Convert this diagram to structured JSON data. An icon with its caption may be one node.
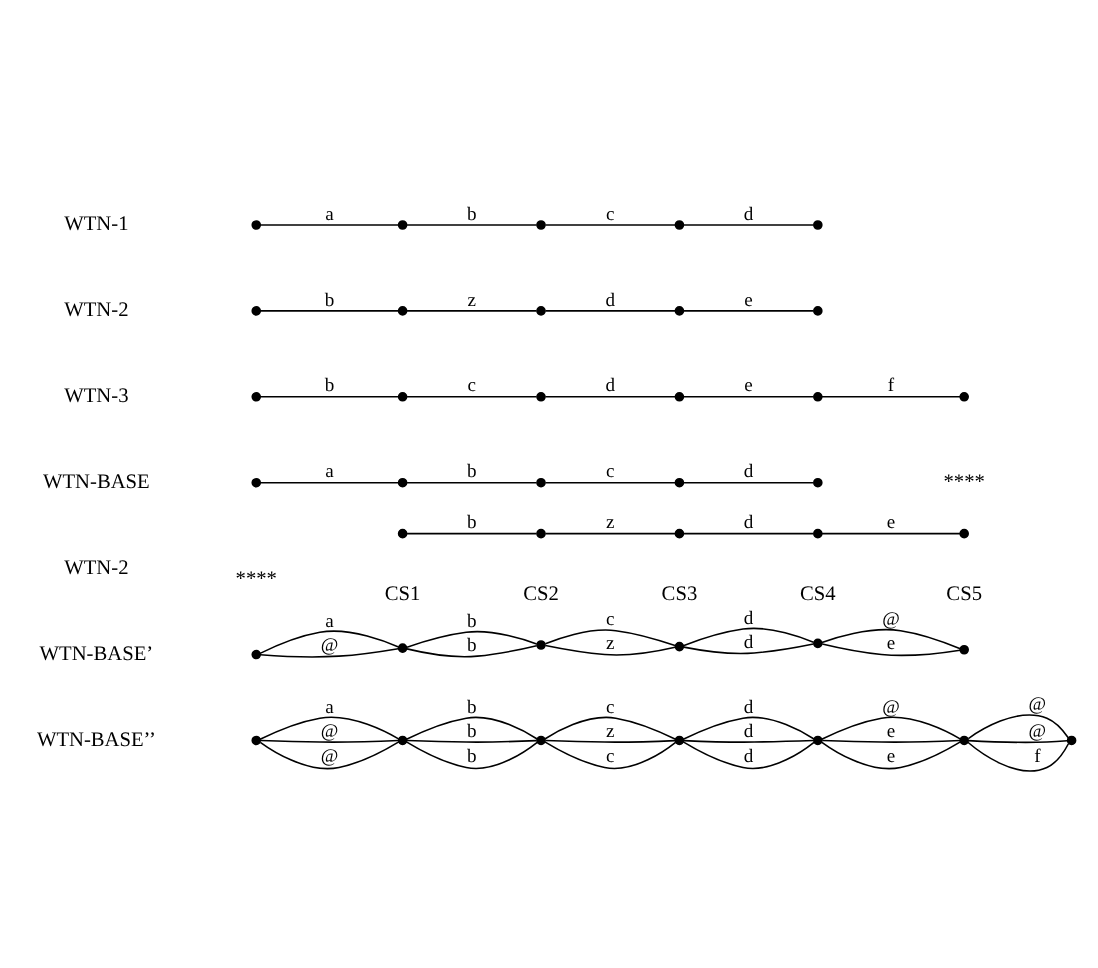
{
  "diagram": {
    "nodes": [
      {
        "text": [],
        "shape": "circle"
      },
      {
        "text": [],
        "shape": "circle"
      },
      {
        "text": [],
        "shape": "circle"
      },
      {
        "text": [],
        "shape": "circle"
      },
      {
        "text": [],
        "shape": "circle"
      },
      {
        "text": [],
        "shape": "circle"
      },
      {
        "text": [],
        "shape": "circle"
      },
      {
        "text": [],
        "shape": "circle"
      },
      {
        "text": [],
        "shape": "circle"
      },
      {
        "text": [],
        "shape": "circle"
      },
      {
        "text": [],
        "shape": "circle"
      },
      {
        "text": [],
        "shape": "circle"
      },
      {
        "text": [],
        "shape": "circle"
      },
      {
        "text": [],
        "shape": "circle"
      },
      {
        "text": [],
        "shape": "circle"
      },
      {
        "text": [],
        "shape": "circle"
      },
      {
        "text": [],
        "shape": "circle"
      },
      {
        "text": [],
        "shape": "circle"
      },
      {
        "text": [],
        "shape": "circle"
      },
      {
        "text": [],
        "shape": "circle"
      },
      {
        "text": [],
        "shape": "circle"
      },
      {
        "text": [],
        "shape": "circle"
      },
      {
        "text": [],
        "shape": "circle"
      },
      {
        "text": [],
        "shape": "circle"
      },
      {
        "text": [],
        "shape": "circle"
      },
      {
        "text": [],
        "shape": "circle"
      },
      {
        "text": [],
        "shape": "circle"
      },
      {
        "text": [],
        "shape": "circle"
      },
      {
        "text": [],
        "shape": "circle"
      },
      {
        "text": [],
        "shape": "circle"
      },
      {
        "text": [],
        "shape": "circle"
      },
      {
        "text": [],
        "shape": "circle"
      },
      {
        "text": [],
        "shape": "circle"
      },
      {
        "text": [],
        "shape": "circle"
      },
      {
        "text": [],
        "shape": "circle"
      },
      {
        "text": [],
        "shape": "circle"
      },
      {
        "text": [],
        "shape": "circle"
      },
      {
        "text": [],
        "shape": "circle"
      },
      {
        "text": [],
        "shape": "circle"
      }
    ],
    "edges": [
      {
        "from": 0,
        "to": 1,
        "arrow": "none",
        "label": "a"
      },
      {
        "from": 1,
        "to": 2,
        "arrow": "none",
        "label": "b"
      },
      {
        "from": 2,
        "to": 3,
        "arrow": "none",
        "label": "c"
      },
      {
        "from": 3,
        "to": 4,
        "arrow": "none",
        "label": "d"
      },
      {
        "from": 5,
        "to": 6,
        "arrow": "none",
        "label": "b"
      },
      {
        "from": 6,
        "to": 7,
        "arrow": "none",
        "label": "z"
      },
      {
        "from": 7,
        "to": 8,
        "arrow": "none",
        "label": "d"
      },
      {
        "from": 8,
        "to": 9,
        "arrow": "none",
        "label": "e"
      },
      {
        "from": 10,
        "to": 11,
        "arrow": "none",
        "label": "b"
      },
      {
        "from": 11,
        "to": 12,
        "arrow": "none",
        "label": "c"
      },
      {
        "from": 12,
        "to": 13,
        "arrow": "none",
        "label": "d"
      },
      {
        "from": 13,
        "to": 14,
        "arrow": "none",
        "label": "e"
      },
      {
        "from": 14,
        "to": 15,
        "arrow": "none",
        "label": "f"
      },
      {
        "from": 16,
        "to": 17,
        "arrow": "none",
        "label": "a"
      },
      {
        "from": 17,
        "to": 18,
        "arrow": "none",
        "label": "b"
      },
      {
        "from": 18,
        "to": 19,
        "arrow": "none",
        "label": "c"
      },
      {
        "from": 19,
        "to": 20,
        "arrow": "none",
        "label": "d"
      },
      {
        "from": 21,
        "to": 22,
        "arrow": "none",
        "label": "b"
      },
      {
        "from": 22,
        "to": 23,
        "arrow": "none",
        "label": "z"
      },
      {
        "from": 23,
        "to": 24,
        "arrow": "none",
        "label": "d"
      },
      {
        "from": 24,
        "to": 25,
        "arrow": "none",
        "label": "e"
      },
      {
        "from": 26,
        "to": 27,
        "arrow": "none",
        "label": "a"
      },
      {
        "from": 26,
        "to": 27,
        "arrow": "none",
        "label": "@"
      },
      {
        "from": 27,
        "to": 28,
        "arrow": "none",
        "label": "b"
      },
      {
        "from": 27,
        "to": 28,
        "arrow": "none",
        "label": "b"
      },
      {
        "from": 28,
        "to": 29,
        "arrow": "none",
        "label": "c"
      },
      {
        "from": 28,
        "to": 29,
        "arrow": "none",
        "label": "z"
      },
      {
        "from": 29,
        "to": 30,
        "arrow": "none",
        "label": "d"
      },
      {
        "from": 29,
        "to": 30,
        "arrow": "none",
        "label": "d"
      },
      {
        "from": 30,
        "to": 31,
        "arrow": "none",
        "label": "@"
      },
      {
        "from": 30,
        "to": 31,
        "arrow": "none",
        "label": "e"
      },
      {
        "from": 32,
        "to": 33,
        "arrow": "none",
        "label": "a"
      },
      {
        "from": 32,
        "to": 33,
        "arrow": "none",
        "label": "@"
      },
      {
        "from": 32,
        "to": 33,
        "arrow": "none",
        "label": "@"
      },
      {
        "from": 33,
        "to": 34,
        "arrow": "none",
        "label": "b"
      },
      {
        "from": 33,
        "to": 34,
        "arrow": "none",
        "label": "b"
      },
      {
        "from": 33,
        "to": 34,
        "arrow": "none",
        "label": "b"
      },
      {
        "from": 34,
        "to": 35,
        "arrow": "none",
        "label": "c"
      },
      {
        "from": 34,
        "to": 35,
        "arrow": "none",
        "label": "z"
      },
      {
        "from": 34,
        "to": 35,
        "arrow": "none",
        "label": "c"
      },
      {
        "from": 35,
        "to": 36,
        "arrow": "none",
        "label": "d"
      },
      {
        "from": 35,
        "to": 36,
        "arrow": "none",
        "label": "d"
      },
      {
        "from": 35,
        "to": 36,
        "arrow": "none",
        "label": "d"
      },
      {
        "from": 36,
        "to": 37,
        "arrow": "none",
        "label": "@"
      },
      {
        "from": 36,
        "to": 37,
        "arrow": "none",
        "label": "e"
      },
      {
        "from": 36,
        "to": 37,
        "arrow": "none",
        "label": "e"
      },
      {
        "from": 37,
        "to": 38,
        "arrow": "none",
        "label": "@"
      },
      {
        "from": 37,
        "to": 38,
        "arrow": "none",
        "label": "@"
      },
      {
        "from": 37,
        "to": 38,
        "arrow": "none",
        "label": "f"
      }
    ],
    "labels": [
      "WTN-1",
      "WTN-2",
      "WTN-3",
      "WTN-BASE",
      "****",
      "WTN-2",
      "****",
      "CS1",
      "CS2",
      "CS3",
      "CS4",
      "CS5",
      "WTN-BASE’",
      "WTN-BASE’’"
    ]
  }
}
